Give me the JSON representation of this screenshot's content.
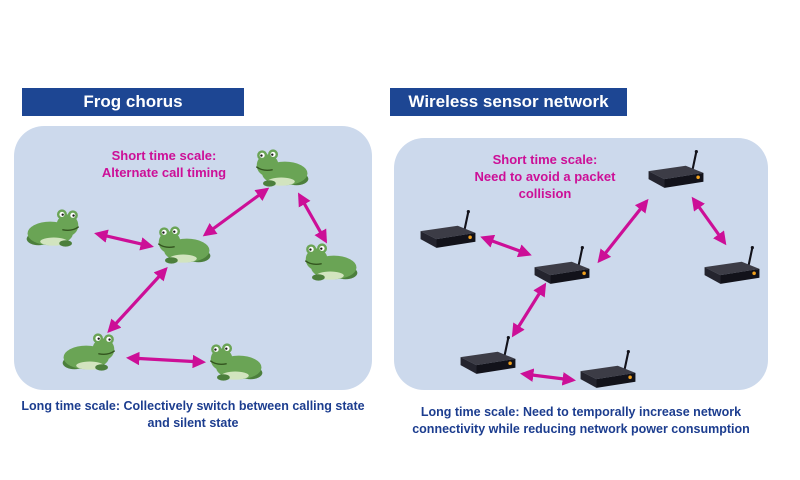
{
  "colors": {
    "banner-blue": "#1d4693",
    "panel-blue": "#ccd9ec",
    "magenta": "#cc0f97",
    "caption-blue": "#1c3d8f",
    "frog-green": "#6aa455",
    "frog-dark": "#4c7f3c",
    "frog-belly": "#d2e4bf",
    "sensor-top": "#3c3c46",
    "sensor-front": "#12121a",
    "sensor-side": "#24242e",
    "sensor-led": "#f2a11c"
  },
  "left": {
    "title": "Frog chorus",
    "short_lines": [
      "Short time scale:",
      "Alternate call timing"
    ],
    "caption_lines": [
      "Long time scale: Collectively switch between calling state",
      "and silent state"
    ]
  },
  "right": {
    "title": "Wireless sensor network",
    "short_lines": [
      "Short time scale:",
      "Need to avoid a packet",
      "collision"
    ],
    "caption_lines": [
      "Long time scale: Need to temporally increase network",
      "connectivity while reducing network power consumption"
    ]
  },
  "icons": {
    "frog": "frog-icon",
    "call_marks": "call-sound-icon",
    "sensor": "sensor-node-icon",
    "arrow": "double-arrow"
  }
}
